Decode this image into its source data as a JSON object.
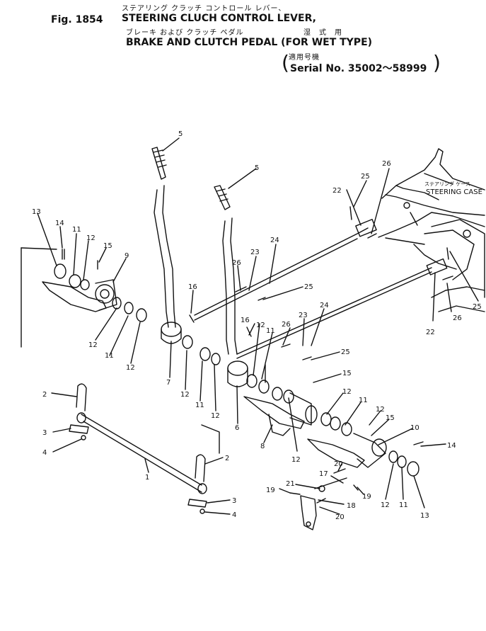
{
  "header": {
    "fig_number": "Fig. 1854",
    "jp_line1": "ステアリング クラッチ コントロール レバー、",
    "title_line1": "STEERING CLUCH CONTROL LEVER,",
    "jp_line2": "ブレーキ および クラッチ ペダル",
    "jp_wet": "湿　式　用",
    "title_line2": "BRAKE AND CLUTCH PEDAL (FOR WET TYPE)",
    "jp_serial": "適用号機",
    "serial": "Serial No. 35002～58999"
  },
  "callouts": [
    {
      "id": "c5a",
      "text": "5"
    },
    {
      "id": "c5b",
      "text": "5"
    },
    {
      "id": "c13a",
      "text": "13"
    },
    {
      "id": "c14a",
      "text": "14"
    },
    {
      "id": "c11a",
      "text": "11"
    },
    {
      "id": "c12a",
      "text": "12"
    },
    {
      "id": "c15a",
      "text": "15"
    },
    {
      "id": "c9",
      "text": "9"
    },
    {
      "id": "c16a",
      "text": "16"
    },
    {
      "id": "c12b",
      "text": "12"
    },
    {
      "id": "c11b",
      "text": "11"
    },
    {
      "id": "c12c",
      "text": "12"
    },
    {
      "id": "c7",
      "text": "7"
    },
    {
      "id": "c12d",
      "text": "12"
    },
    {
      "id": "c11c",
      "text": "11"
    },
    {
      "id": "c12e",
      "text": "12"
    },
    {
      "id": "c6",
      "text": "6"
    },
    {
      "id": "c16b",
      "text": "16"
    },
    {
      "id": "c12f",
      "text": "12"
    },
    {
      "id": "c11d",
      "text": "11"
    },
    {
      "id": "c26a",
      "text": "26"
    },
    {
      "id": "c23a",
      "text": "23"
    },
    {
      "id": "c24a",
      "text": "24"
    },
    {
      "id": "c25a",
      "text": "25"
    },
    {
      "id": "c26b",
      "text": "26"
    },
    {
      "id": "c23b",
      "text": "23"
    },
    {
      "id": "c24b",
      "text": "24"
    },
    {
      "id": "c25b",
      "text": "25"
    },
    {
      "id": "c15b",
      "text": "15"
    },
    {
      "id": "c22a",
      "text": "22"
    },
    {
      "id": "c25c",
      "text": "25"
    },
    {
      "id": "c26c",
      "text": "26"
    },
    {
      "id": "c22b",
      "text": "22"
    },
    {
      "id": "c26d",
      "text": "26"
    },
    {
      "id": "c25d",
      "text": "25"
    },
    {
      "id": "c12g",
      "text": "12"
    },
    {
      "id": "c11e",
      "text": "11"
    },
    {
      "id": "c12h",
      "text": "12"
    },
    {
      "id": "c15c",
      "text": "15"
    },
    {
      "id": "c10",
      "text": "10"
    },
    {
      "id": "c8",
      "text": "8"
    },
    {
      "id": "c12i",
      "text": "12"
    },
    {
      "id": "c14b",
      "text": "14"
    },
    {
      "id": "c12j",
      "text": "12"
    },
    {
      "id": "c11f",
      "text": "11"
    },
    {
      "id": "c13b",
      "text": "13"
    },
    {
      "id": "c20a",
      "text": "20"
    },
    {
      "id": "c17",
      "text": "17"
    },
    {
      "id": "c19a",
      "text": "19"
    },
    {
      "id": "c21",
      "text": "21"
    },
    {
      "id": "c19b",
      "text": "19"
    },
    {
      "id": "c18",
      "text": "18"
    },
    {
      "id": "c20b",
      "text": "20"
    },
    {
      "id": "c2a",
      "text": "2"
    },
    {
      "id": "c3a",
      "text": "3"
    },
    {
      "id": "c4a",
      "text": "4"
    },
    {
      "id": "c1",
      "text": "1"
    },
    {
      "id": "c2b",
      "text": "2"
    },
    {
      "id": "c3b",
      "text": "3"
    },
    {
      "id": "c4b",
      "text": "4"
    }
  ],
  "steering_case_jp": "ステアリング ケース",
  "steering_case": "STEERING CASE"
}
